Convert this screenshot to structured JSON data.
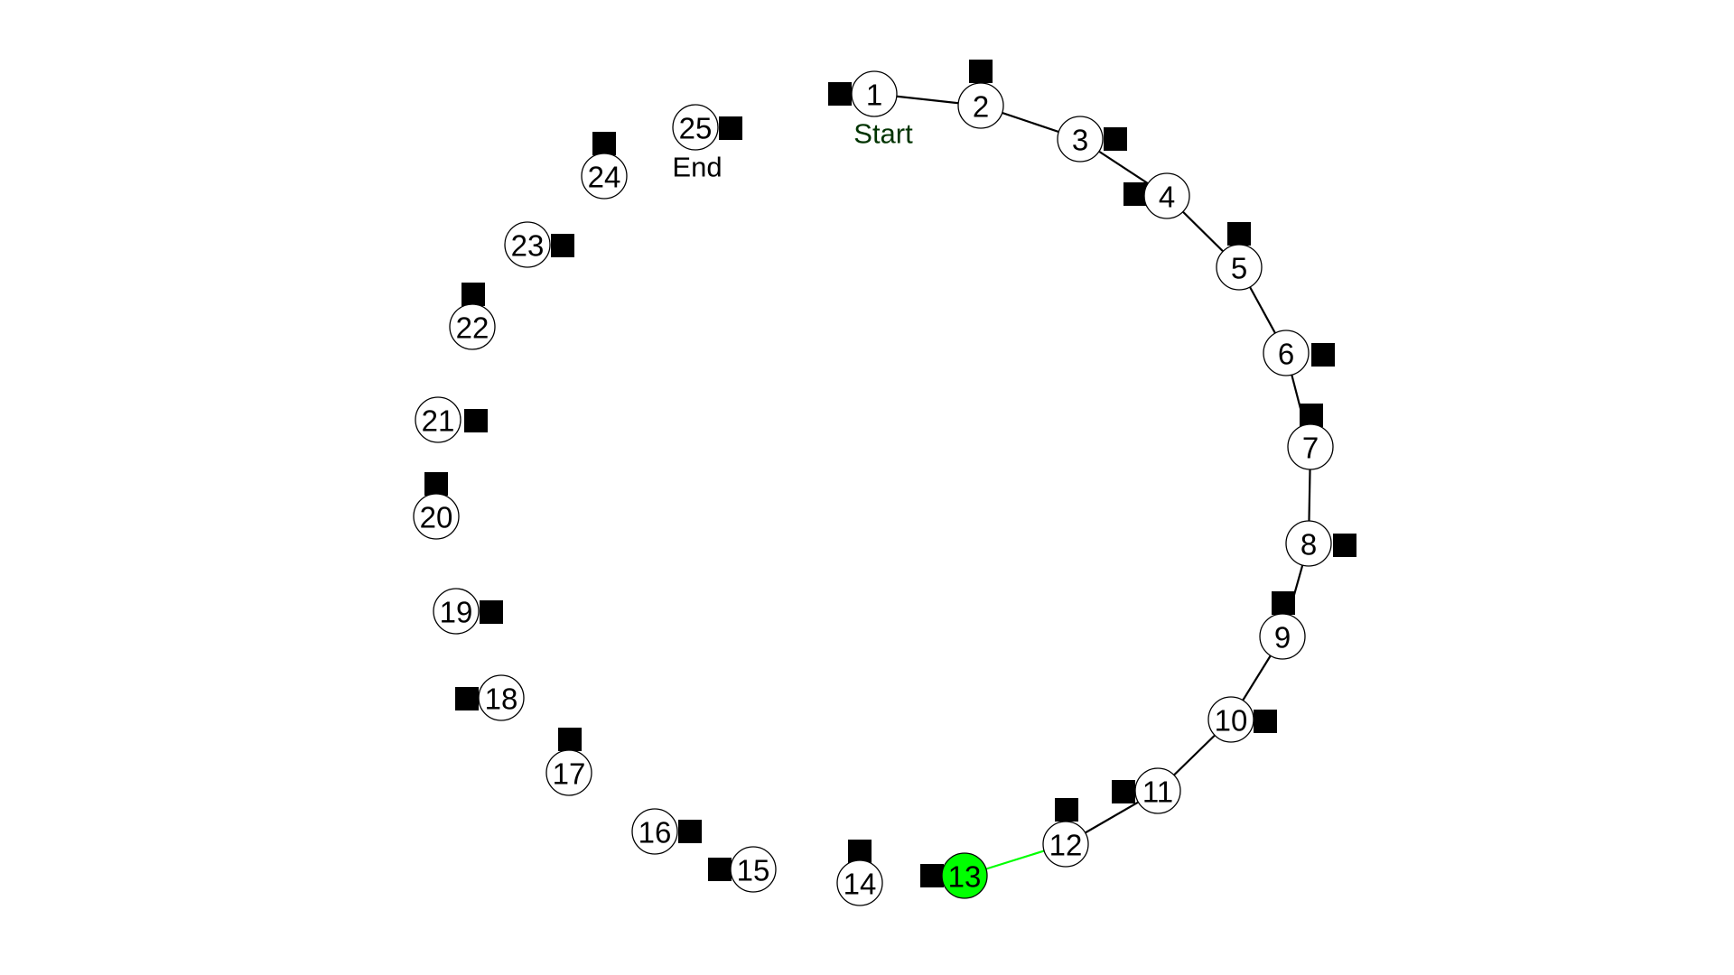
{
  "trail": {
    "nodes": [
      {
        "label": "1",
        "filled": false
      },
      {
        "label": "2",
        "filled": false
      },
      {
        "label": "3",
        "filled": false
      },
      {
        "label": "4",
        "filled": false
      },
      {
        "label": "5",
        "filled": false
      },
      {
        "label": "6",
        "filled": false
      },
      {
        "label": "7",
        "filled": false
      },
      {
        "label": "8",
        "filled": false
      },
      {
        "label": "9",
        "filled": false
      },
      {
        "label": "10",
        "filled": false
      },
      {
        "label": "11",
        "filled": false
      },
      {
        "label": "12",
        "filled": false
      },
      {
        "label": "13",
        "filled": true
      },
      {
        "label": "14",
        "filled": false
      },
      {
        "label": "15",
        "filled": false
      },
      {
        "label": "16",
        "filled": false
      },
      {
        "label": "17",
        "filled": false
      },
      {
        "label": "18",
        "filled": false
      },
      {
        "label": "19",
        "filled": false
      },
      {
        "label": "20",
        "filled": false
      },
      {
        "label": "21",
        "filled": false
      },
      {
        "label": "22",
        "filled": false
      },
      {
        "label": "23",
        "filled": false
      },
      {
        "label": "24",
        "filled": false
      },
      {
        "label": "25",
        "filled": false
      }
    ],
    "completed_connections": [
      "1-2",
      "2-3",
      "3-4",
      "4-5",
      "5-6",
      "6-7",
      "7-8",
      "8-9",
      "9-10",
      "10-11",
      "11-12"
    ],
    "active_connection": "12-13",
    "start_label": "Start",
    "end_label": "End",
    "colors": {
      "node_fill": "#ffffff",
      "node_stroke": "#000000",
      "active_fill": "#00ff00",
      "line": "#000000",
      "active_line": "#00ff00",
      "distractor": "#000000",
      "start_text": "#003300",
      "end_text": "#000000"
    }
  }
}
